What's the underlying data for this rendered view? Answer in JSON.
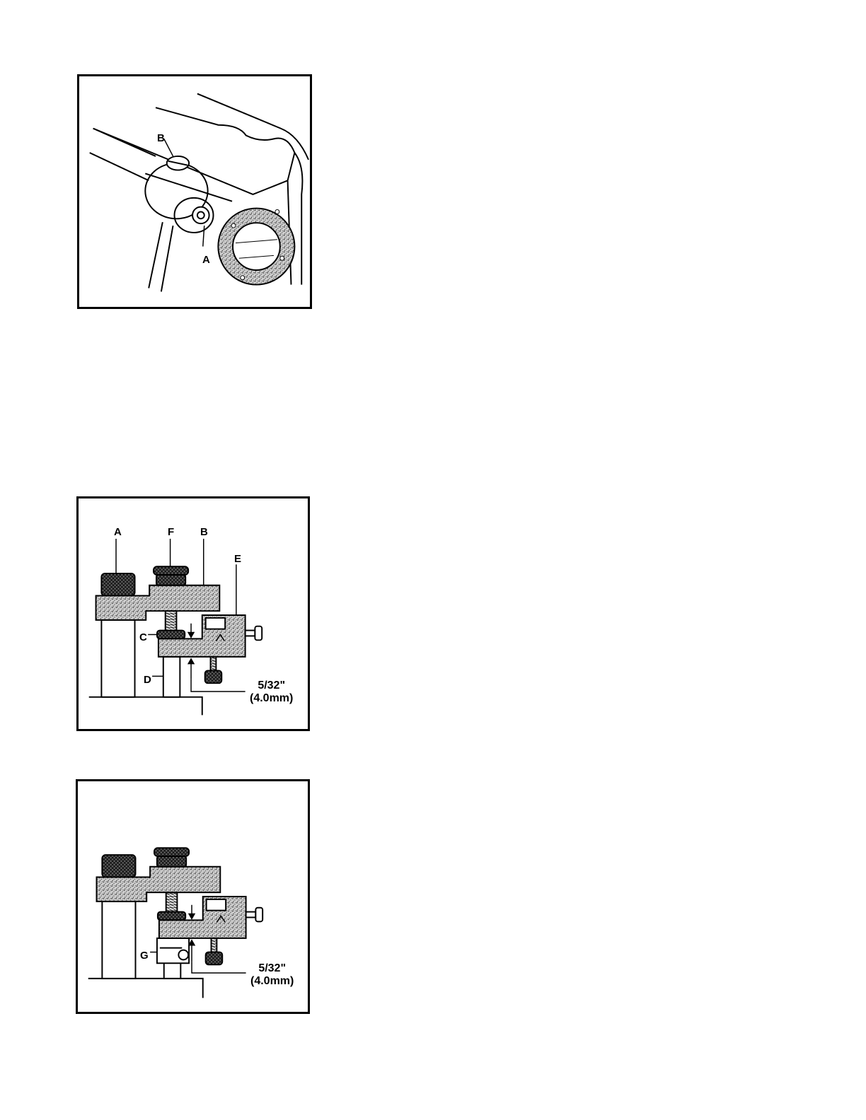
{
  "figures": [
    {
      "id": "fig1",
      "labels": {
        "A": "A",
        "B": "B"
      }
    },
    {
      "id": "fig2",
      "labels": {
        "A": "A",
        "F": "F",
        "B": "B",
        "E": "E",
        "C": "C",
        "D": "D"
      },
      "measurement": {
        "imperial": "5/32\"",
        "metric": "(4.0mm)"
      }
    },
    {
      "id": "fig3",
      "labels": {
        "G": "G"
      },
      "measurement": {
        "imperial": "5/32\"",
        "metric": "(4.0mm)"
      }
    }
  ]
}
